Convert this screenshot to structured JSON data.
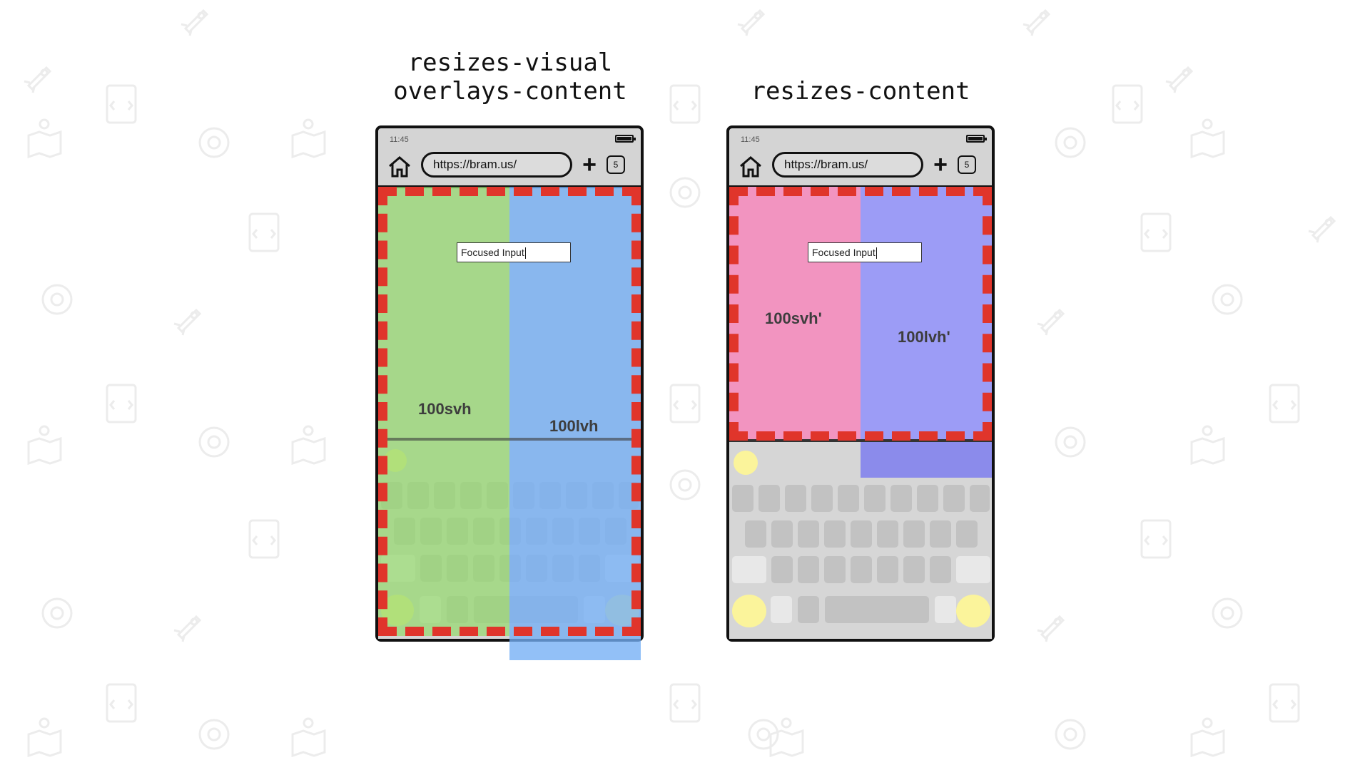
{
  "left_panel": {
    "title_line1": "resizes-visual",
    "title_line2": "overlays-content",
    "phone": {
      "time": "11:45",
      "url": "https://bram.us/",
      "tab_count": "5",
      "input_value": "Focused Input",
      "label_left": "100svh",
      "label_right": "100lvh"
    }
  },
  "right_panel": {
    "title": "resizes-content",
    "phone": {
      "time": "11:45",
      "url": "https://bram.us/",
      "tab_count": "5",
      "input_value": "Focused Input",
      "label_left": "100svh'",
      "label_right": "100lvh'"
    }
  },
  "colors": {
    "svh_left": "#a8e08a",
    "lvh_left": "#88bcf5",
    "svh_right": "#f293c0",
    "lvh_right": "#9b9bf5",
    "dashed_border": "#e0352b",
    "keyboard_highlight": "#fbf49b"
  },
  "icons": [
    "home-icon",
    "plus-icon",
    "tabs-icon",
    "battery-icon"
  ]
}
